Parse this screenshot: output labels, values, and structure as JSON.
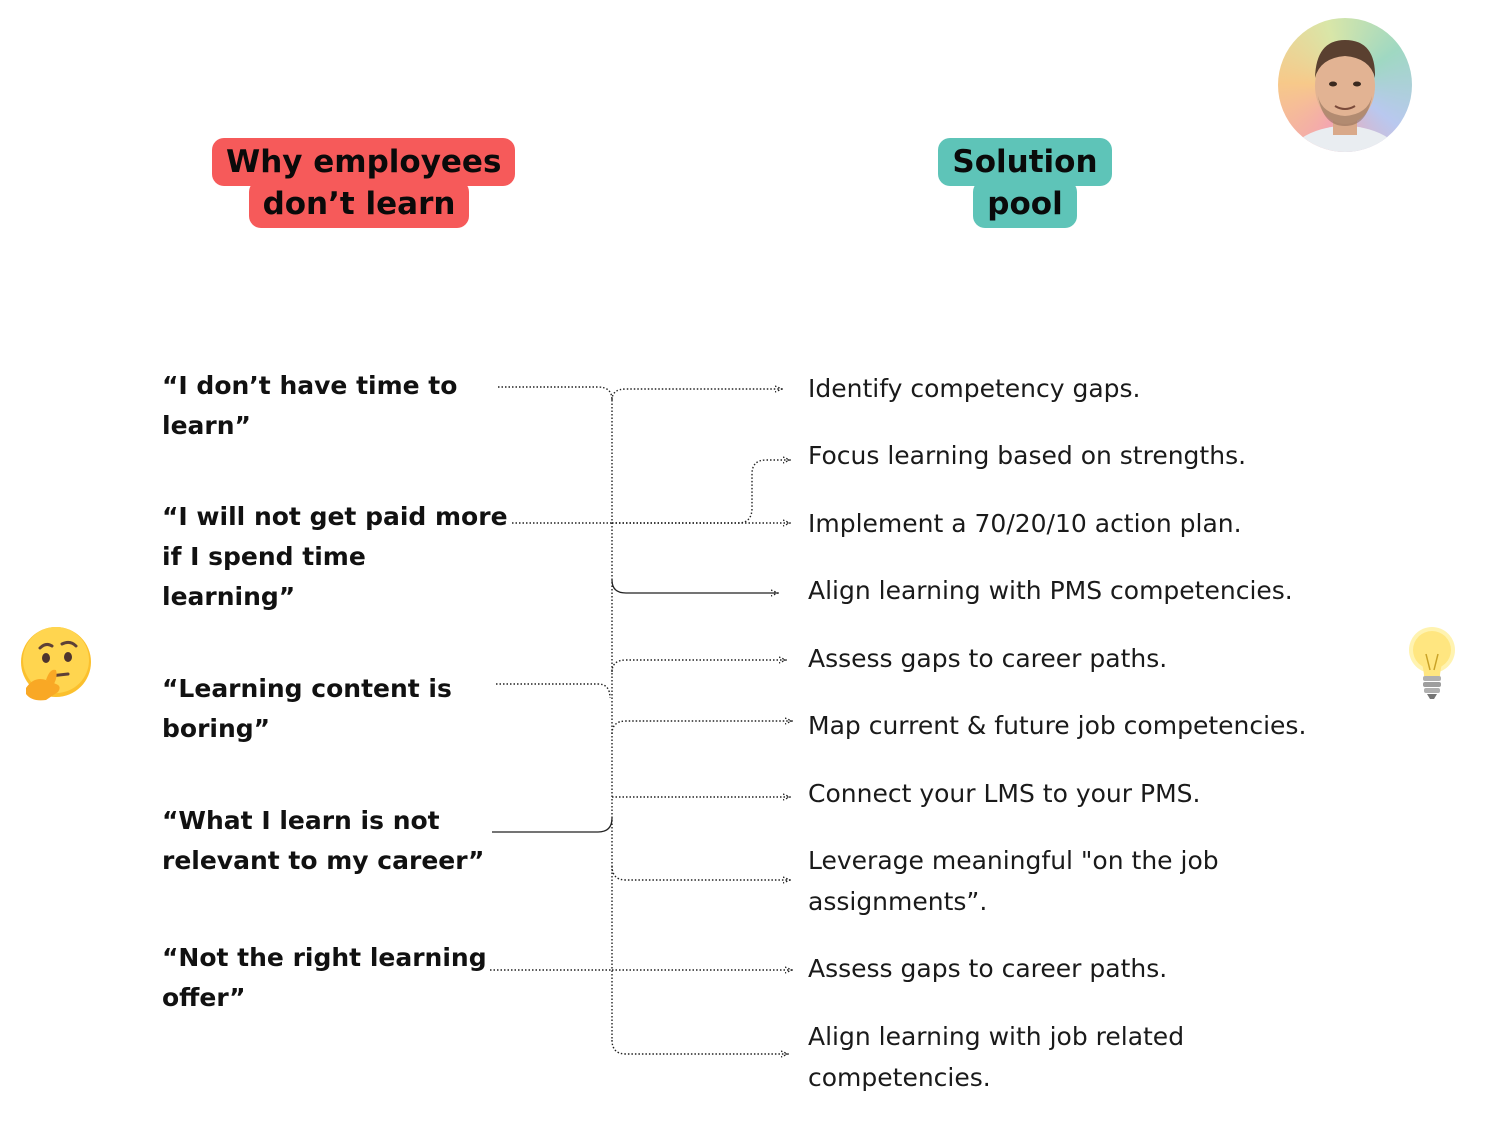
{
  "headers": {
    "left": [
      "Why employees",
      "don’t learn"
    ],
    "right": [
      "Solution",
      "pool"
    ]
  },
  "reasons": [
    "“I don’t have time to\nlearn”",
    "“I will not get paid more\nif I spend time\nlearning”",
    "“Learning content is\nboring”",
    "“What I learn is not\nrelevant to my career”",
    "“Not the right learning\noffer”"
  ],
  "solutions": [
    "Identify competency gaps.",
    "Focus learning based on strengths.",
    "Implement a 70/20/10 action plan.",
    "Align learning with PMS competencies.",
    "Assess gaps to career paths.",
    "Map current & future job competencies.",
    "Connect your LMS to your PMS.",
    "Leverage meaningful \"on the job\nassignments”.",
    "Assess gaps to career paths.",
    "Align learning with job related\ncompetencies."
  ],
  "icons": {
    "left": "thinking-face-icon",
    "right": "light-bulb-icon",
    "avatar": "author-avatar"
  },
  "colors": {
    "left_header": "#f65a5a",
    "right_header": "#5ec4b8"
  }
}
